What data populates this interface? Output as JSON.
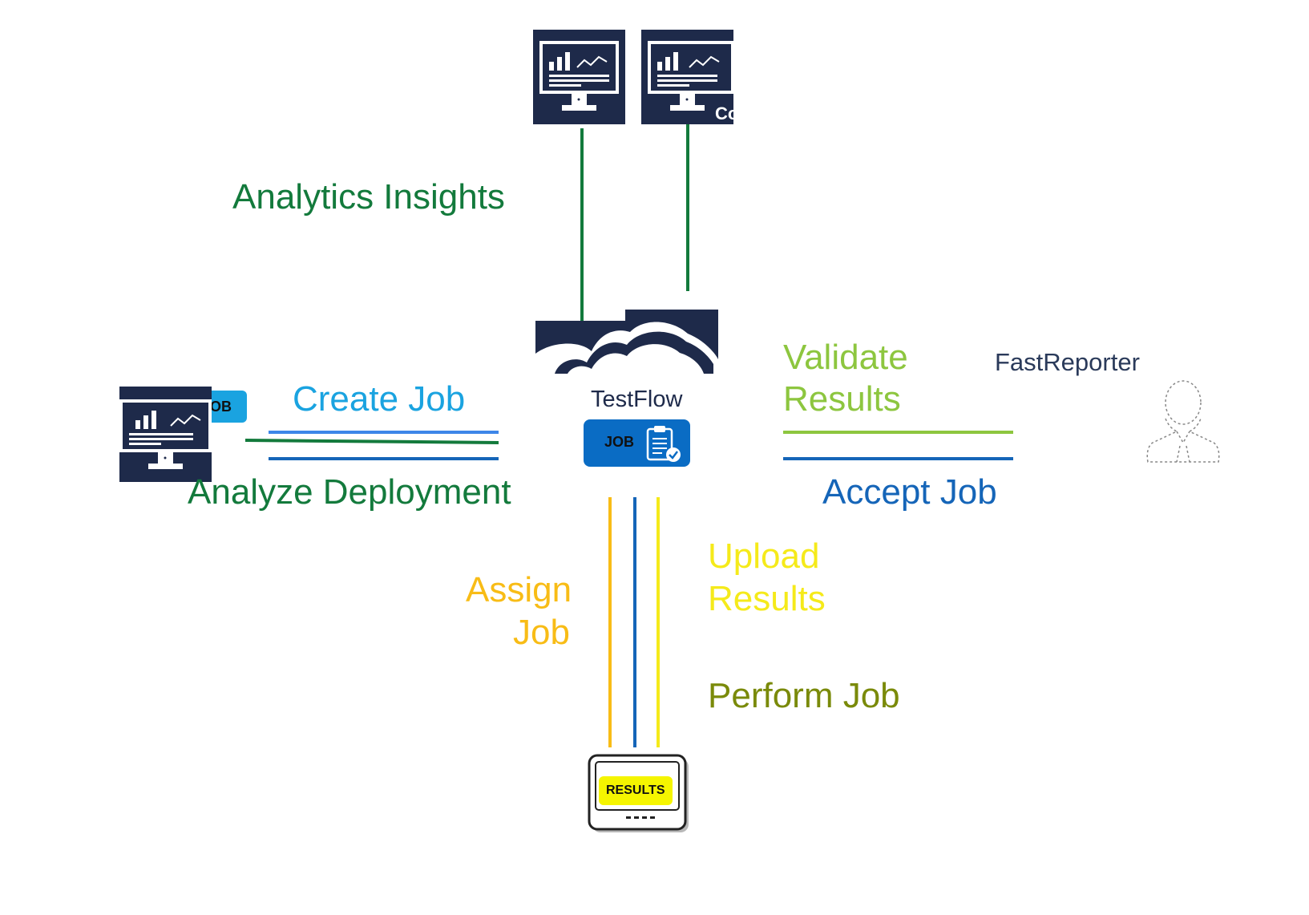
{
  "labels": {
    "analytics_insights": "Analytics Insights",
    "create_job": "Create Job",
    "analyze_deployment": "Analyze Deployment",
    "validate_results_1": "Validate",
    "validate_results_2": "Results",
    "accept_job": "Accept Job",
    "assign_job_1": "Assign",
    "assign_job_2": "Job",
    "upload_results_1": "Upload",
    "upload_results_2": "Results",
    "perform_job": "Perform Job"
  },
  "hub": {
    "name": "TestFlow",
    "job_badge": "JOB"
  },
  "left_job_badge": "OB",
  "top_monitor_partial_text": "Co",
  "fastreporter": "FastReporter",
  "device_badge": "RESULTS",
  "colors": {
    "dark_green": "#137a3c",
    "cyan": "#1aa3e0",
    "blue": "#1565b8",
    "light_blue": "#3d86e8",
    "light_green": "#8dc63f",
    "orange_yellow": "#f8bc16",
    "yellow": "#f5ea1a",
    "olive": "#7a8a0a",
    "navy": "#1e2a4a",
    "job_blue": "#0a6cc4"
  },
  "icons": [
    "monitor-icon",
    "cloud-icon",
    "clipboard-check-icon",
    "person-icon",
    "test-device-icon"
  ]
}
